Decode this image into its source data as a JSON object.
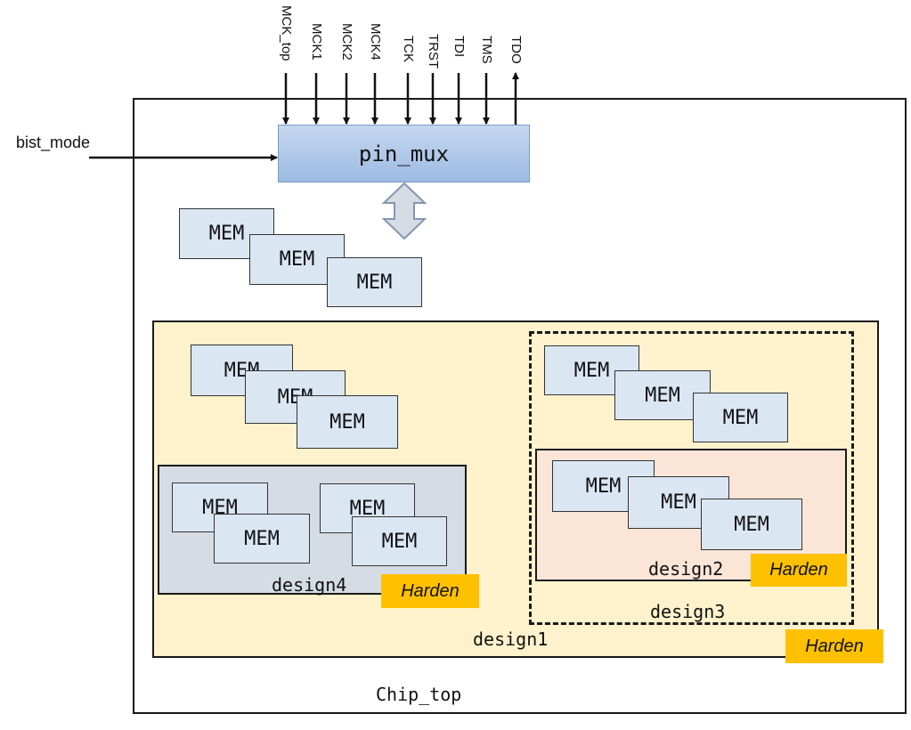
{
  "chip_top": {
    "label": "Chip_top"
  },
  "bist_mode": {
    "label": "bist_mode"
  },
  "pin_mux": {
    "label": "pin_mux"
  },
  "signals": [
    "MCK_top",
    "MCK1",
    "MCK2",
    "MCK4",
    "TCK",
    "TRST",
    "TDI",
    "TMS",
    "TDO"
  ],
  "mem_label": "MEM",
  "design1": {
    "label": "design1",
    "harden": "Harden"
  },
  "design2": {
    "label": "design2",
    "harden": "Harden"
  },
  "design3": {
    "label": "design3"
  },
  "design4": {
    "label": "design4",
    "harden": "Harden"
  },
  "colors": {
    "mem_fill": "#dbe6f3",
    "design1_fill": "#fff2cc",
    "design2_fill": "#fbe5d6",
    "design4_fill": "#d6dce4",
    "harden_fill": "#ffc000",
    "pin_mux_fill": "#9dbbe3"
  }
}
